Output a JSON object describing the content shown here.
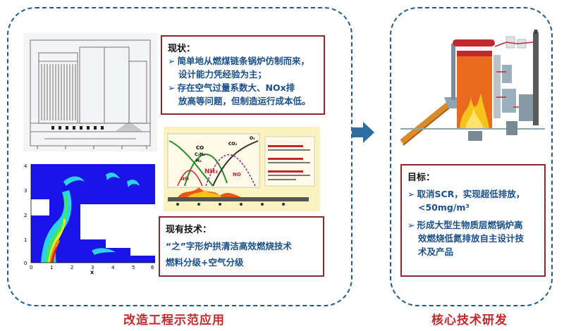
{
  "left_panel": {
    "caption": "改造工程示范应用",
    "status_box": {
      "heading": "现状：",
      "bullet_1_line_1": "简单地从燃煤链条锅炉仿制而来，",
      "bullet_1_line_2": "设计能力凭经验为主；",
      "bullet_2_line_1": "存在空气过量系数大、NOx排",
      "bullet_2_line_2": "放高等问题，但制造运行成本低。"
    },
    "tech_box": {
      "heading": "现有技术：",
      "line_1": "“之”字形炉拱清洁高效燃烧技术",
      "line_2": "燃料分级+空气分级"
    },
    "contour_plot": {
      "y_ticks": [
        "4",
        "3",
        "2",
        "1",
        "0"
      ],
      "x_ticks": [
        "0",
        "1",
        "2",
        "3",
        "4",
        "5",
        "6"
      ],
      "x_label": "x"
    },
    "combustion_chart": {
      "species": [
        "CO",
        "C₂H₄",
        "H₂",
        "CO₂",
        "O₂",
        "NO",
        "NH₃"
      ],
      "nh3_label": "NH₃",
      "no_label": "NO"
    }
  },
  "right_panel": {
    "caption": "核心技术研发",
    "target_box": {
      "heading": "目标：",
      "bullet_1_line_1": "取消SCR，实现超低排放，",
      "bullet_1_line_2": "<50mg/m³",
      "bullet_2_line_1": "形成大型生物质层燃锅炉高",
      "bullet_2_line_2": "效燃烧低氮排放自主设计技",
      "bullet_2_line_3": "术及产品"
    }
  },
  "colors": {
    "panel_border": "#1f5d86",
    "caption": "#c0282d",
    "box_border": "#8c2b2b",
    "text_blue": "#1a4f8c",
    "arrow": "#2e6d9e"
  },
  "icons": {
    "bullet": "chevron-right-icon",
    "flow_arrow": "right-arrow-icon"
  }
}
